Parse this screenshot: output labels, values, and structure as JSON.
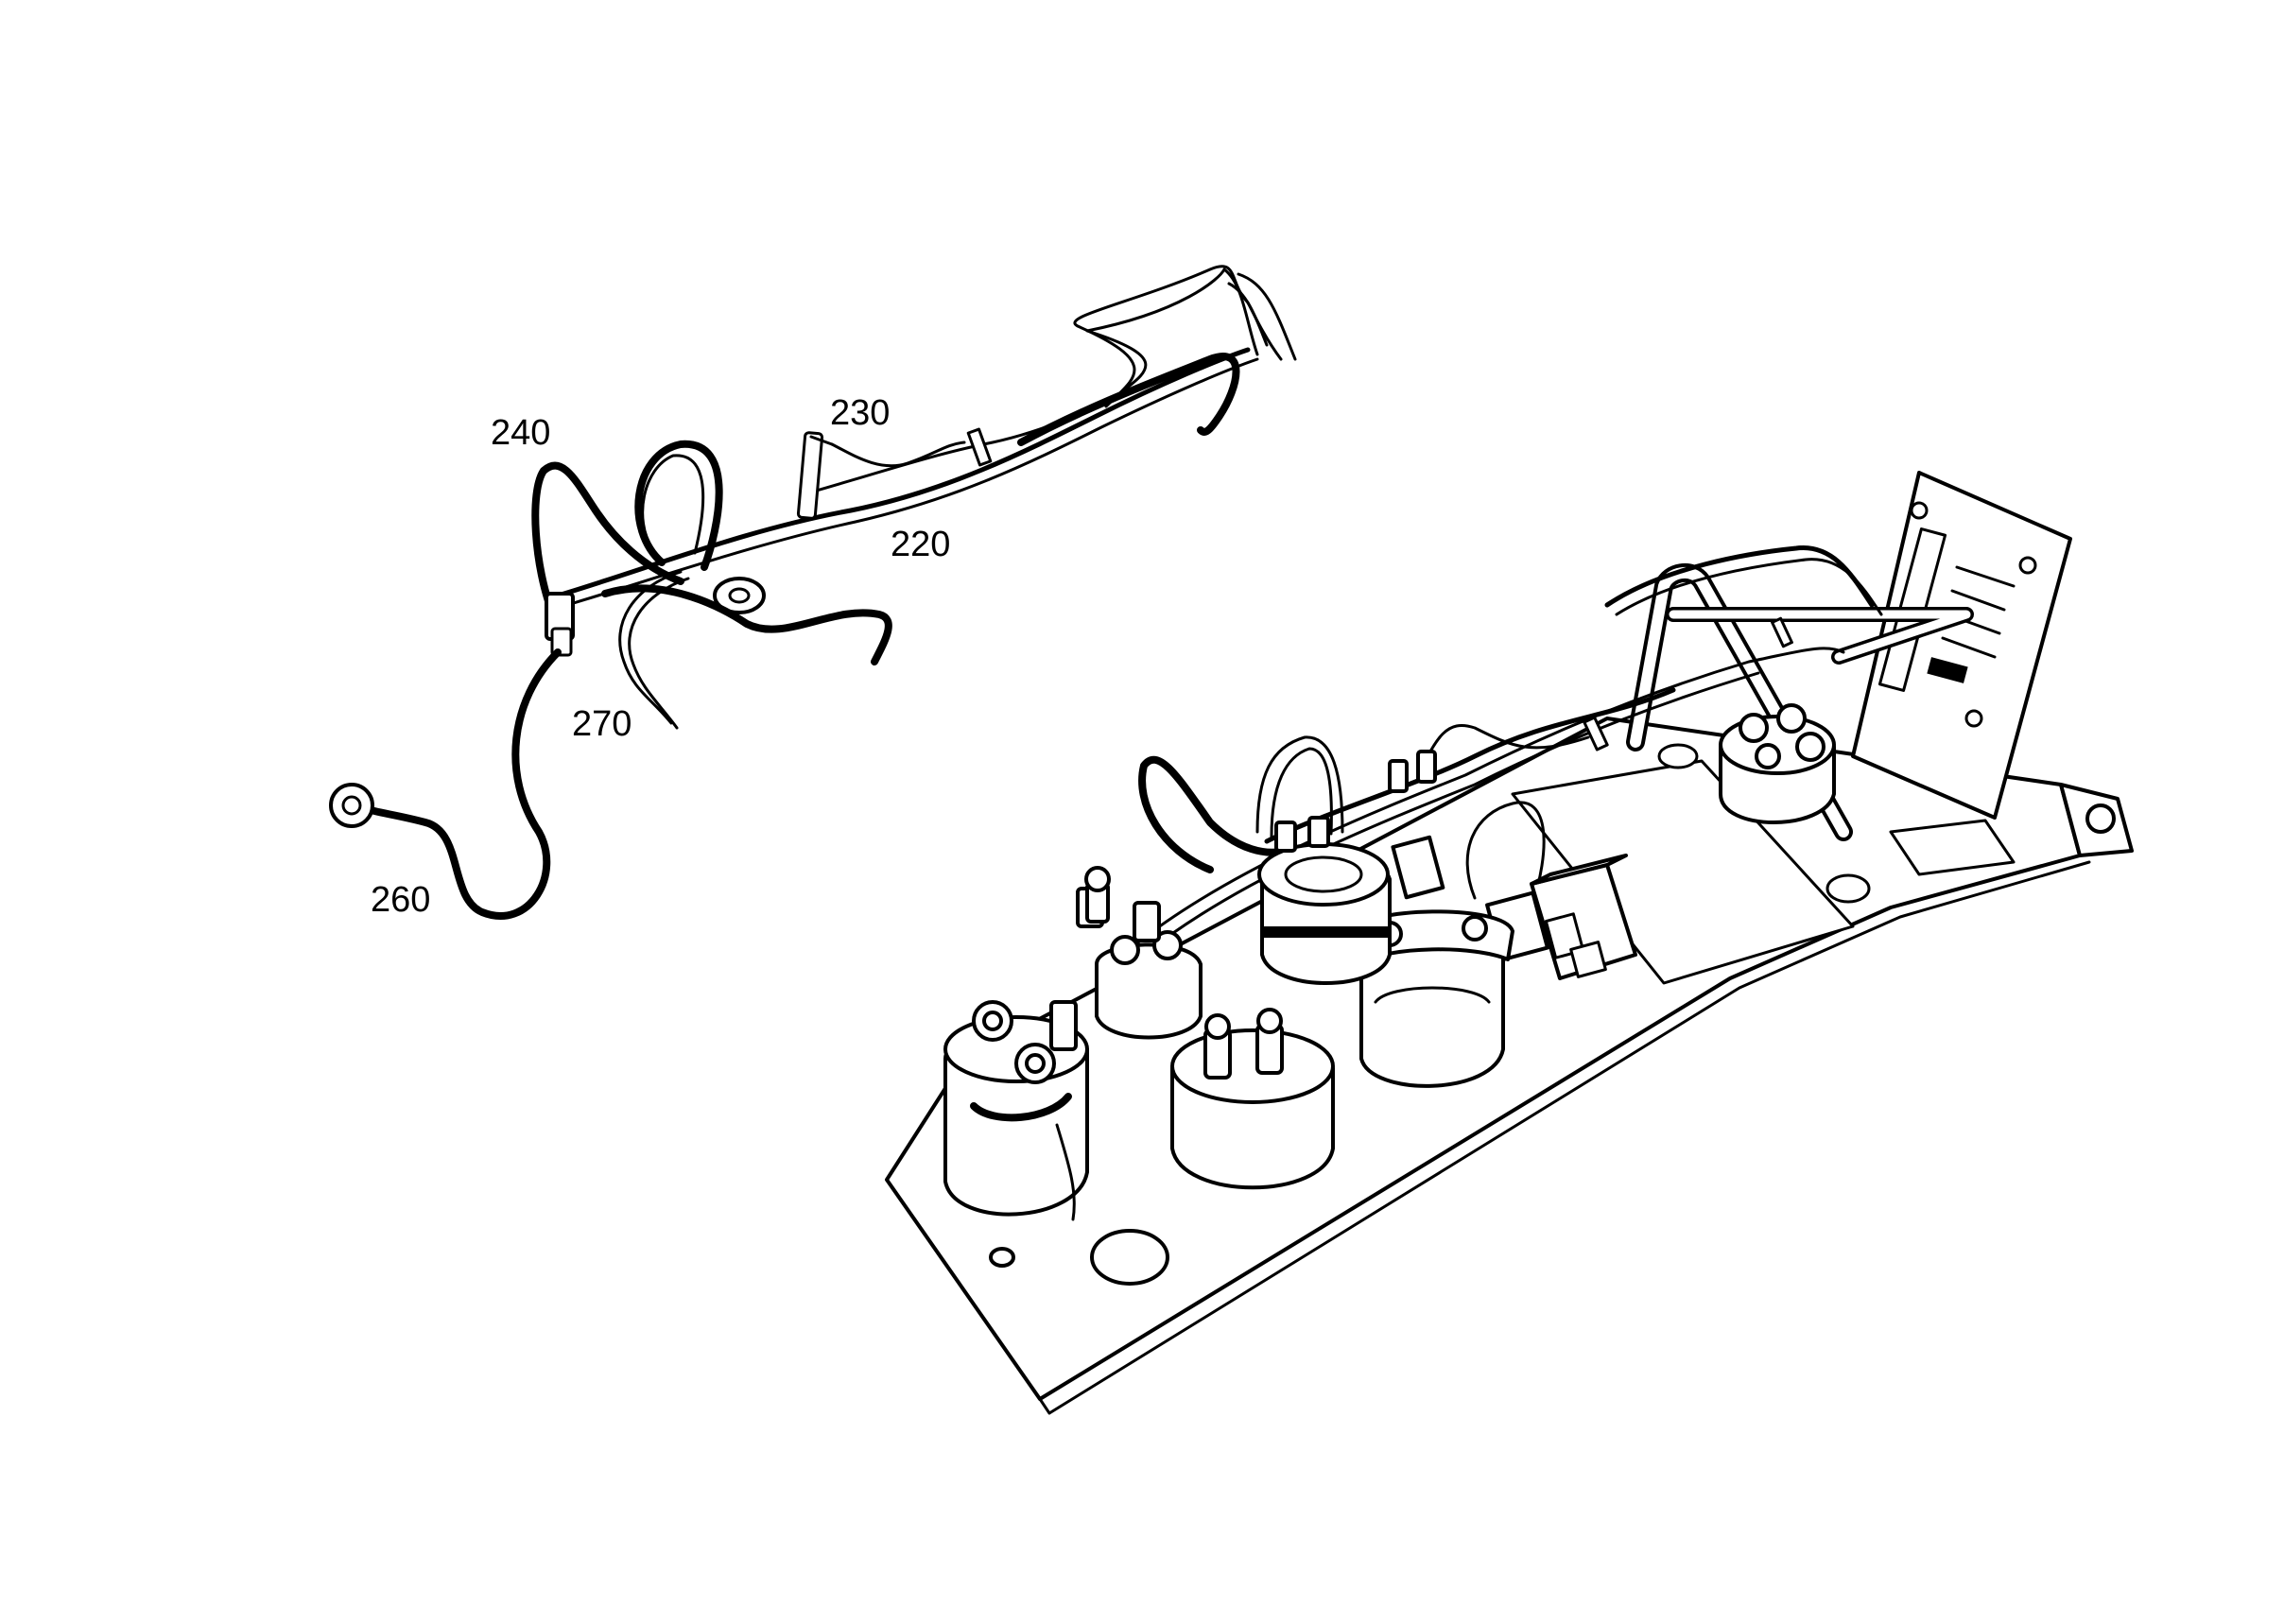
{
  "diagram": {
    "callouts": [
      {
        "id": "240",
        "label": "240"
      },
      {
        "id": "230",
        "label": "230"
      },
      {
        "id": "220",
        "label": "220"
      },
      {
        "id": "270",
        "label": "270"
      },
      {
        "id": "260",
        "label": "260"
      }
    ],
    "colors": {
      "ink": "#000000",
      "paper": "#ffffff"
    }
  }
}
